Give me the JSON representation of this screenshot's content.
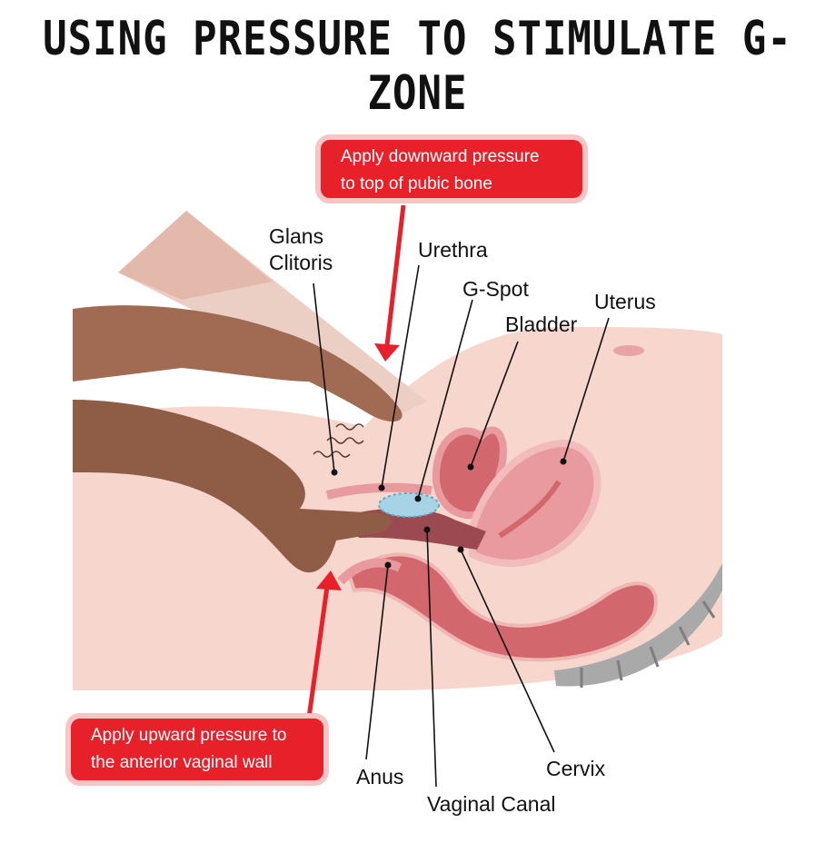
{
  "title": "USING PRESSURE TO STIMULATE G-ZONE",
  "callouts": {
    "top": [
      "Apply downward pressure",
      "to top of pubic bone"
    ],
    "bottom": [
      "Apply upward pressure to",
      "the anterior vaginal wall"
    ]
  },
  "labels": {
    "glans_clitoris": [
      "Glans",
      "Clitoris"
    ],
    "urethra": "Urethra",
    "g_spot": "G-Spot",
    "bladder": "Bladder",
    "uterus": "Uterus",
    "anus": "Anus",
    "vaginal_canal": "Vaginal Canal",
    "cervix": "Cervix"
  },
  "colors": {
    "accent_red": "#e8202a",
    "callout_border": "#f6c5c4",
    "body_skin": "#f6d6cd",
    "organ_pink": "#e99a9e",
    "organ_dark": "#d2686d",
    "hand_skin": "#a06b52",
    "g_spot_blue": "#a7d3e6",
    "spine_gray": "#a9a9a9"
  }
}
